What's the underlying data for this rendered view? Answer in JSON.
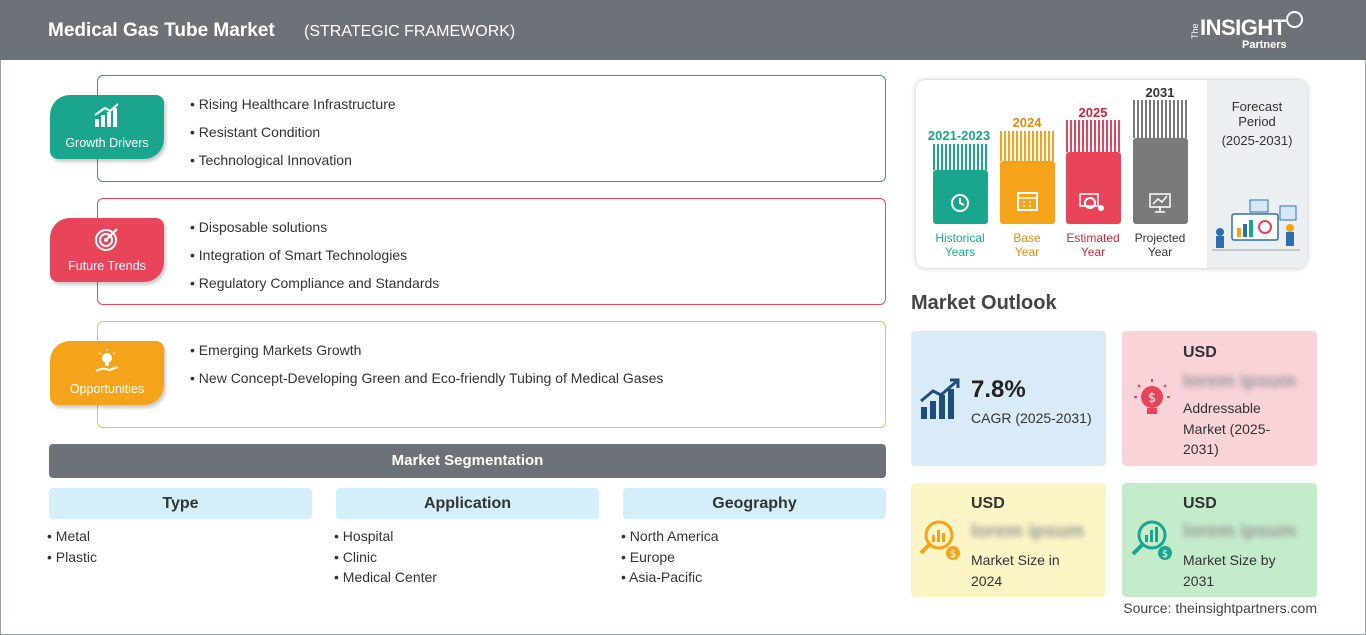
{
  "header": {
    "title": "Medical Gas Tube Market",
    "subtitle": "(STRATEGIC FRAMEWORK)",
    "logo_the": "The",
    "logo_main": "INSIGHT",
    "logo_partners": "Partners"
  },
  "rows": [
    {
      "badge": "Growth Drivers",
      "color": "#1aa68c",
      "items": [
        "Rising Healthcare Infrastructure",
        "Resistant Condition",
        "Technological Innovation"
      ]
    },
    {
      "badge": "Future Trends",
      "color": "#e8445a",
      "items": [
        "Disposable solutions",
        "Integration of Smart Technologies",
        "Regulatory Compliance and Standards"
      ]
    },
    {
      "badge": "Opportunities",
      "color": "#f5a31a",
      "items": [
        "Emerging Markets Growth",
        "New Concept-Developing Green and Eco-friendly Tubing of Medical Gases"
      ]
    }
  ],
  "segmentation": {
    "title": "Market Segmentation",
    "columns": [
      {
        "heading": "Type",
        "items": [
          "Metal",
          "Plastic"
        ]
      },
      {
        "heading": "Application",
        "items": [
          "Hospital",
          "Clinic",
          "Medical Center"
        ]
      },
      {
        "heading": "Geography",
        "items": [
          "North America",
          "Europe",
          "Asia-Pacific"
        ]
      }
    ]
  },
  "timeline": {
    "bars": [
      {
        "year": "2021-2023",
        "label_1": "Historical",
        "label_2": "Years",
        "color": "#1aa68c"
      },
      {
        "year": "2024",
        "label_1": "Base",
        "label_2": "Year",
        "color": "#f5a31a"
      },
      {
        "year": "2025",
        "label_1": "Estimated",
        "label_2": "Year",
        "color": "#e8445a"
      },
      {
        "year": "2031",
        "label_1": "Projected",
        "label_2": "Year",
        "color": "#7a7a7a"
      }
    ],
    "forecast_title": "Forecast Period",
    "forecast_range": "(2025-2031)"
  },
  "outlook": {
    "title": "Market Outlook",
    "cagr_value": "7.8%",
    "cagr_label": "CAGR (2025-2031)",
    "addressable_usd": "USD",
    "addressable_blur": "lorem ipsum",
    "addressable_label": "Addressable Market (2025-2031)",
    "size2024_usd": "USD",
    "size2024_blur": "lorem ipsum",
    "size2024_label": "Market Size in 2024",
    "size2031_usd": "USD",
    "size2031_blur": "lorem ipsum",
    "size2031_label": "Market Size by 2031"
  },
  "source": "Source: theinsightpartners.com"
}
